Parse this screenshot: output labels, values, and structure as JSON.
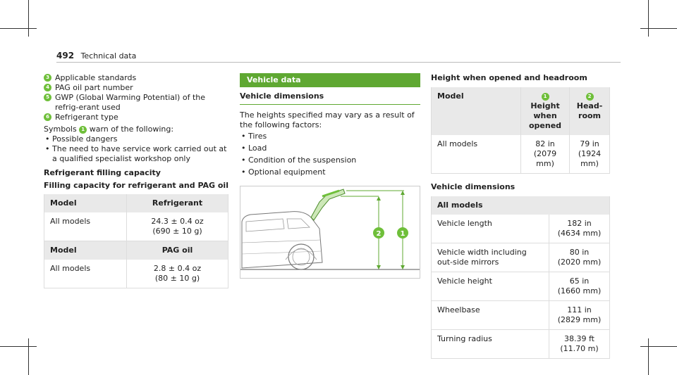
{
  "header": {
    "page_number": "492",
    "section": "Technical data"
  },
  "left": {
    "footnotes": [
      {
        "badge": "3",
        "text": "Applicable standards"
      },
      {
        "badge": "4",
        "text": "PAG oil part number"
      },
      {
        "badge": "5",
        "text": "GWP (Global Warming Potential) of the refrig-erant used"
      },
      {
        "badge": "6",
        "text": "Refrigerant type"
      }
    ],
    "symbols_prefix": "Symbols",
    "symbols_badge": "1",
    "symbols_suffix": "warn of the following:",
    "warn_items": [
      "Possible dangers",
      "The need to have service work carried out at a qualified specialist workshop only"
    ],
    "refrig_heading": "Refrigerant filling capacity",
    "filling_heading": "Filling capacity for refrigerant and PAG oil",
    "table1": {
      "col1": "Model",
      "col2": "Refrigerant",
      "row_model": "All models",
      "row_value_1": "24.3 ± 0.4 oz",
      "row_value_2": "(690 ± 10 g)"
    },
    "table2": {
      "col1": "Model",
      "col2": "PAG oil",
      "row_model": "All models",
      "row_value_1": "2.8 ± 0.4 oz",
      "row_value_2": "(80 ± 10 g)"
    }
  },
  "middle": {
    "bar_title": "Vehicle data",
    "sub_title": "Vehicle dimensions",
    "intro": "The heights specified may vary as a result of the following factors:",
    "factors": [
      "Tires",
      "Load",
      "Condition of the suspension",
      "Optional equipment"
    ],
    "figure_badges": [
      "2",
      "1"
    ]
  },
  "right": {
    "height_heading": "Height when opened and headroom",
    "height_table": {
      "col_model": "Model",
      "col2_badge": "1",
      "col2_label": "Height when opened",
      "col3_badge": "2",
      "col3_label": "Head-room",
      "row_model": "All models",
      "row_h1": "82 in",
      "row_h2": "(2079 mm)",
      "row_r1": "79 in",
      "row_r2": "(1924 mm)"
    },
    "dims_heading": "Vehicle dimensions",
    "dims_table": {
      "header": "All models",
      "rows": [
        {
          "label": "Vehicle length",
          "v1": "182 in",
          "v2": "(4634 mm)"
        },
        {
          "label": "Vehicle width including out-side mirrors",
          "v1": "80 in",
          "v2": "(2020 mm)"
        },
        {
          "label": "Vehicle height",
          "v1": "65 in",
          "v2": "(1660 mm)"
        },
        {
          "label": "Wheelbase",
          "v1": "111 in",
          "v2": "(2829 mm)"
        },
        {
          "label": "Turning radius",
          "v1": "38.39 ft",
          "v2": "(11.70 m)"
        }
      ]
    }
  },
  "colors": {
    "accent": "#5fa832",
    "badge": "#6fbf3a"
  }
}
